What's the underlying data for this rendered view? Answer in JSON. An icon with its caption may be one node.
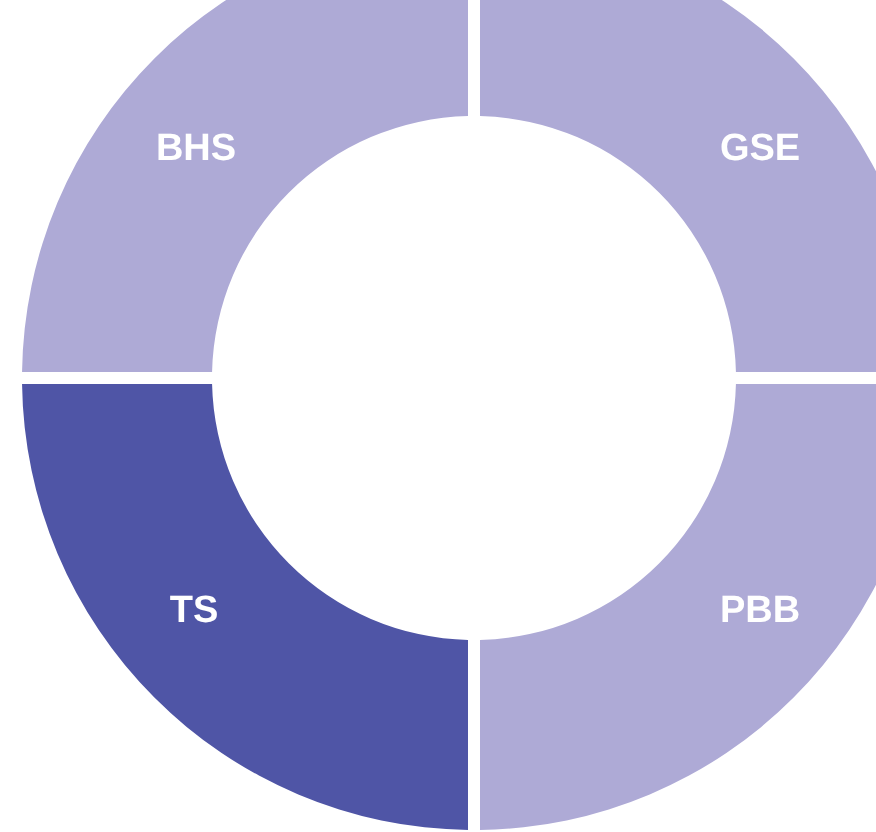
{
  "diagram": {
    "nodes": [
      {
        "text": [
          "BHS"
        ]
      },
      {
        "text": [
          "GSE"
        ]
      },
      {
        "text": [
          "TS"
        ]
      },
      {
        "text": [
          "PBB"
        ]
      }
    ]
  }
}
